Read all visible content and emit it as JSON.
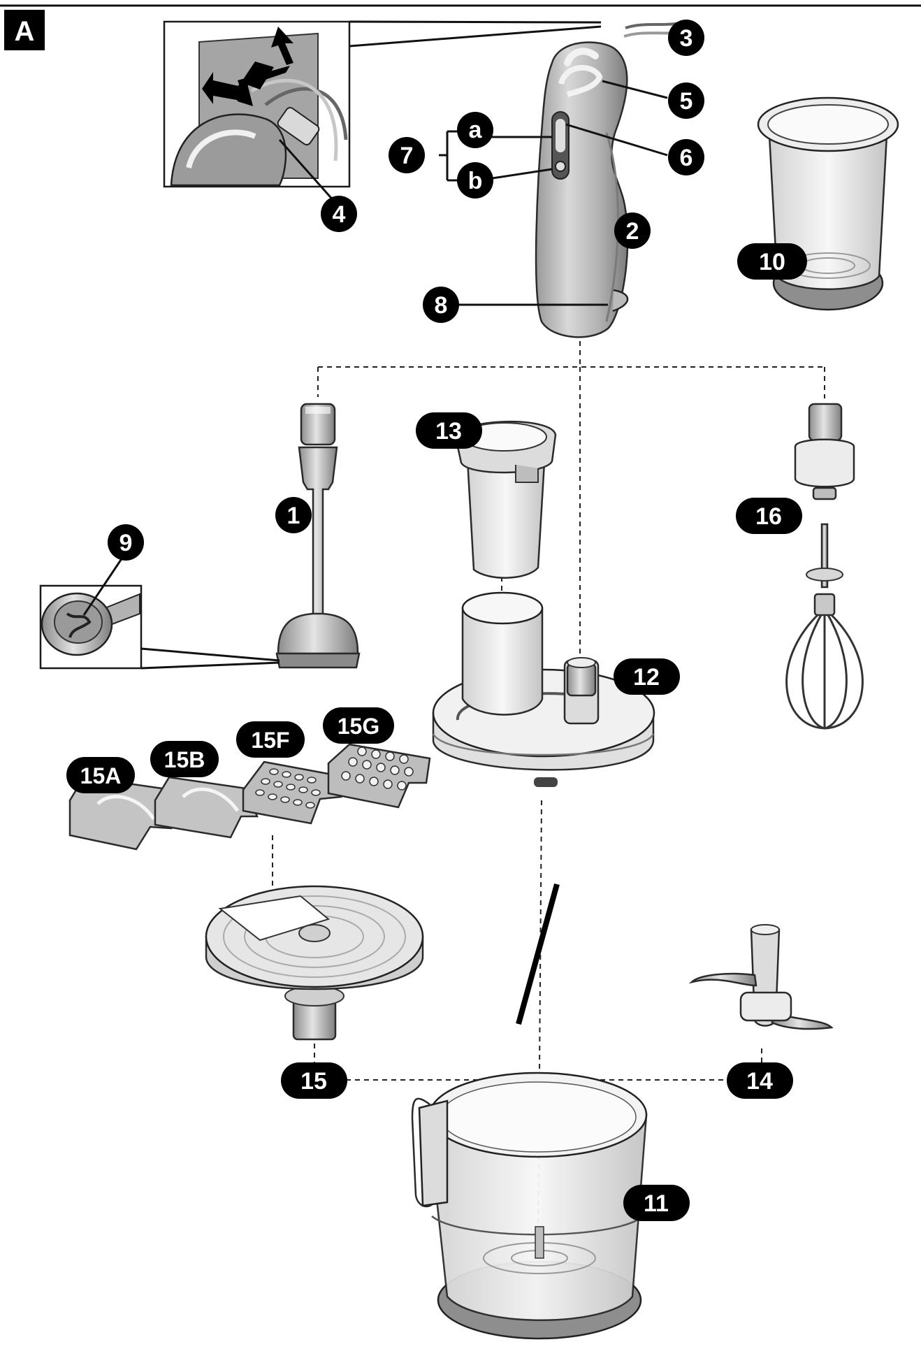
{
  "section_label": "A",
  "callouts": {
    "c1": "1",
    "c2": "2",
    "c3": "3",
    "c4": "4",
    "c5": "5",
    "c6": "6",
    "c7": "7",
    "c7a": "a",
    "c7b": "b",
    "c8": "8",
    "c9": "9",
    "c10": "10",
    "c11": "11",
    "c12": "12",
    "c13": "13",
    "c14": "14",
    "c15": "15",
    "c15a": "15A",
    "c15b": "15B",
    "c15f": "15F",
    "c15g": "15G",
    "c16": "16"
  },
  "colors": {
    "ink": "#111111",
    "part_light": "#e6e6e6",
    "part_mid": "#bdbdbd",
    "part_dark": "#8a8a8a",
    "label_fill": "#000000",
    "label_text": "#ffffff"
  }
}
